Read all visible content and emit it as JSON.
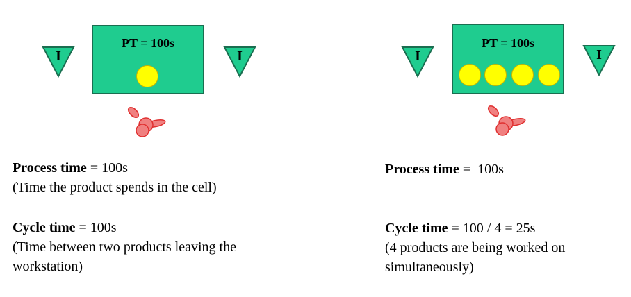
{
  "left": {
    "cell_label": "PT = 100s",
    "inventory_left": "I",
    "inventory_right": "I",
    "process_time_label": "Process time",
    "process_time_value": " = 100s",
    "process_time_note": "(Time the product spends in the cell)",
    "cycle_time_label": "Cycle time",
    "cycle_time_value": " = 100s",
    "cycle_time_note_1": "(Time between two products leaving the",
    "cycle_time_note_2": "workstation)"
  },
  "right": {
    "cell_label": "PT = 100s",
    "inventory_left": "I",
    "inventory_right": "I",
    "process_time_label": "Process time",
    "process_time_value": " =  100s",
    "cycle_time_label": "Cycle time",
    "cycle_time_value": " = 100 / 4 = 25s",
    "cycle_time_note_1": "(4 products are being worked on",
    "cycle_time_note_2": "simultaneously)"
  },
  "colors": {
    "cell_fill": "#1fcc8f",
    "cell_border": "#1a6e50",
    "product": "#ffff00",
    "operator": "#f08080"
  }
}
